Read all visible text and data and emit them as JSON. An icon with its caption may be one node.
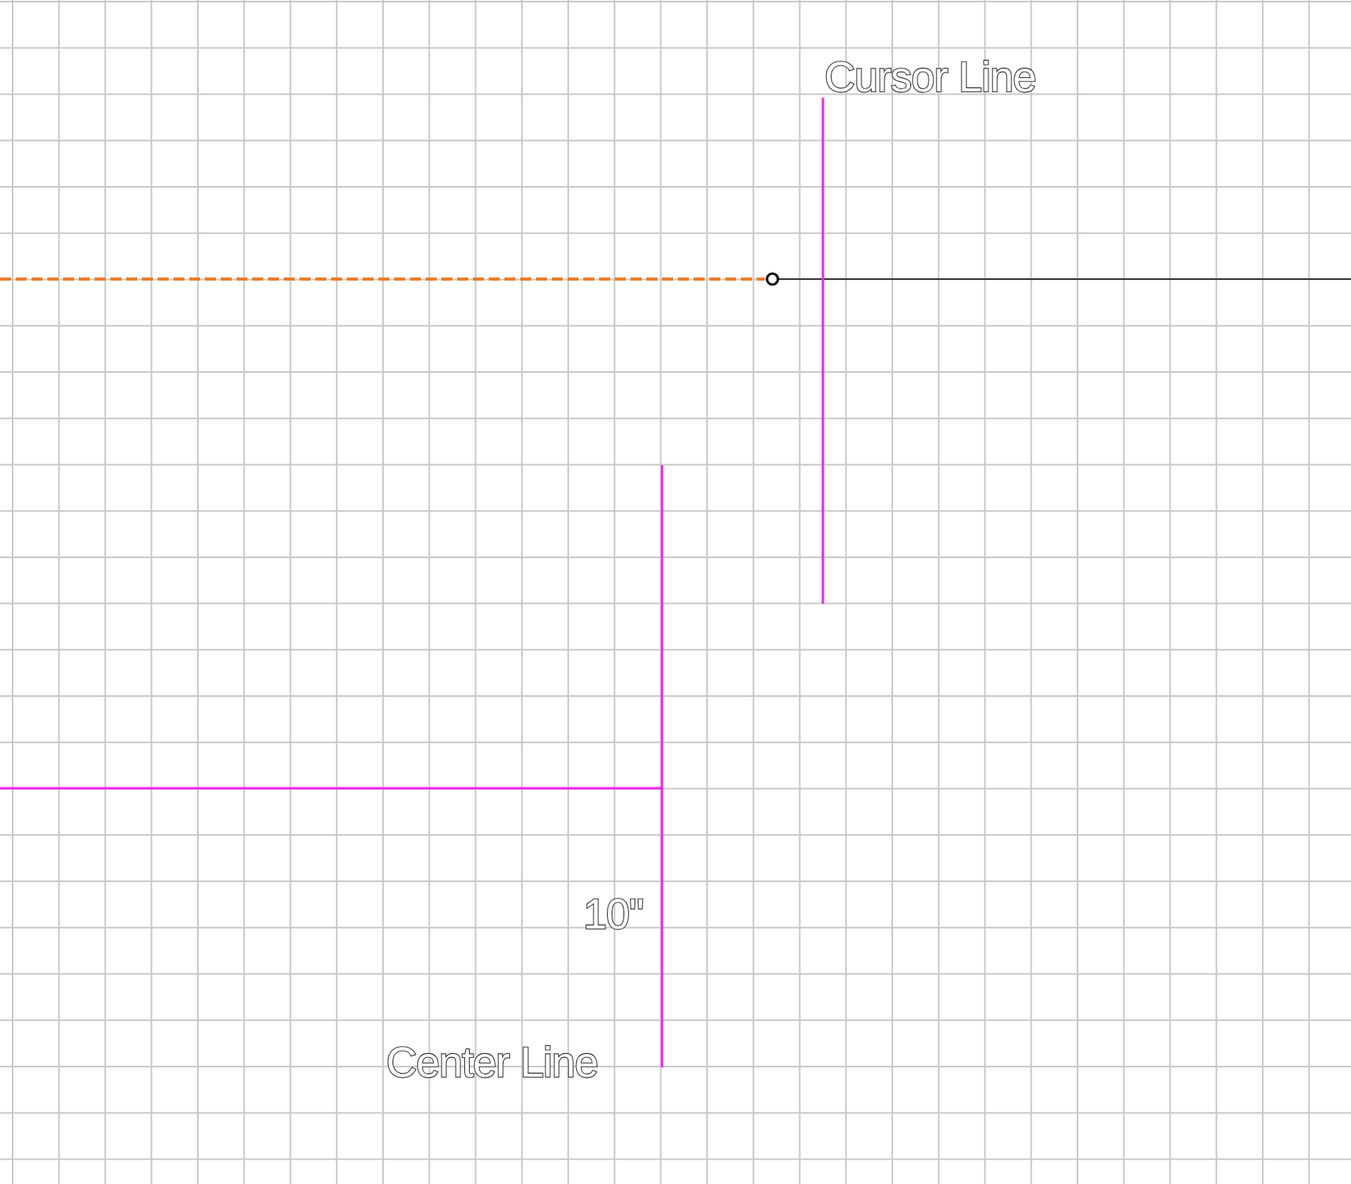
{
  "diagram": {
    "labels": [
      "Cursor Line",
      "10\"",
      "Center Line"
    ]
  }
}
